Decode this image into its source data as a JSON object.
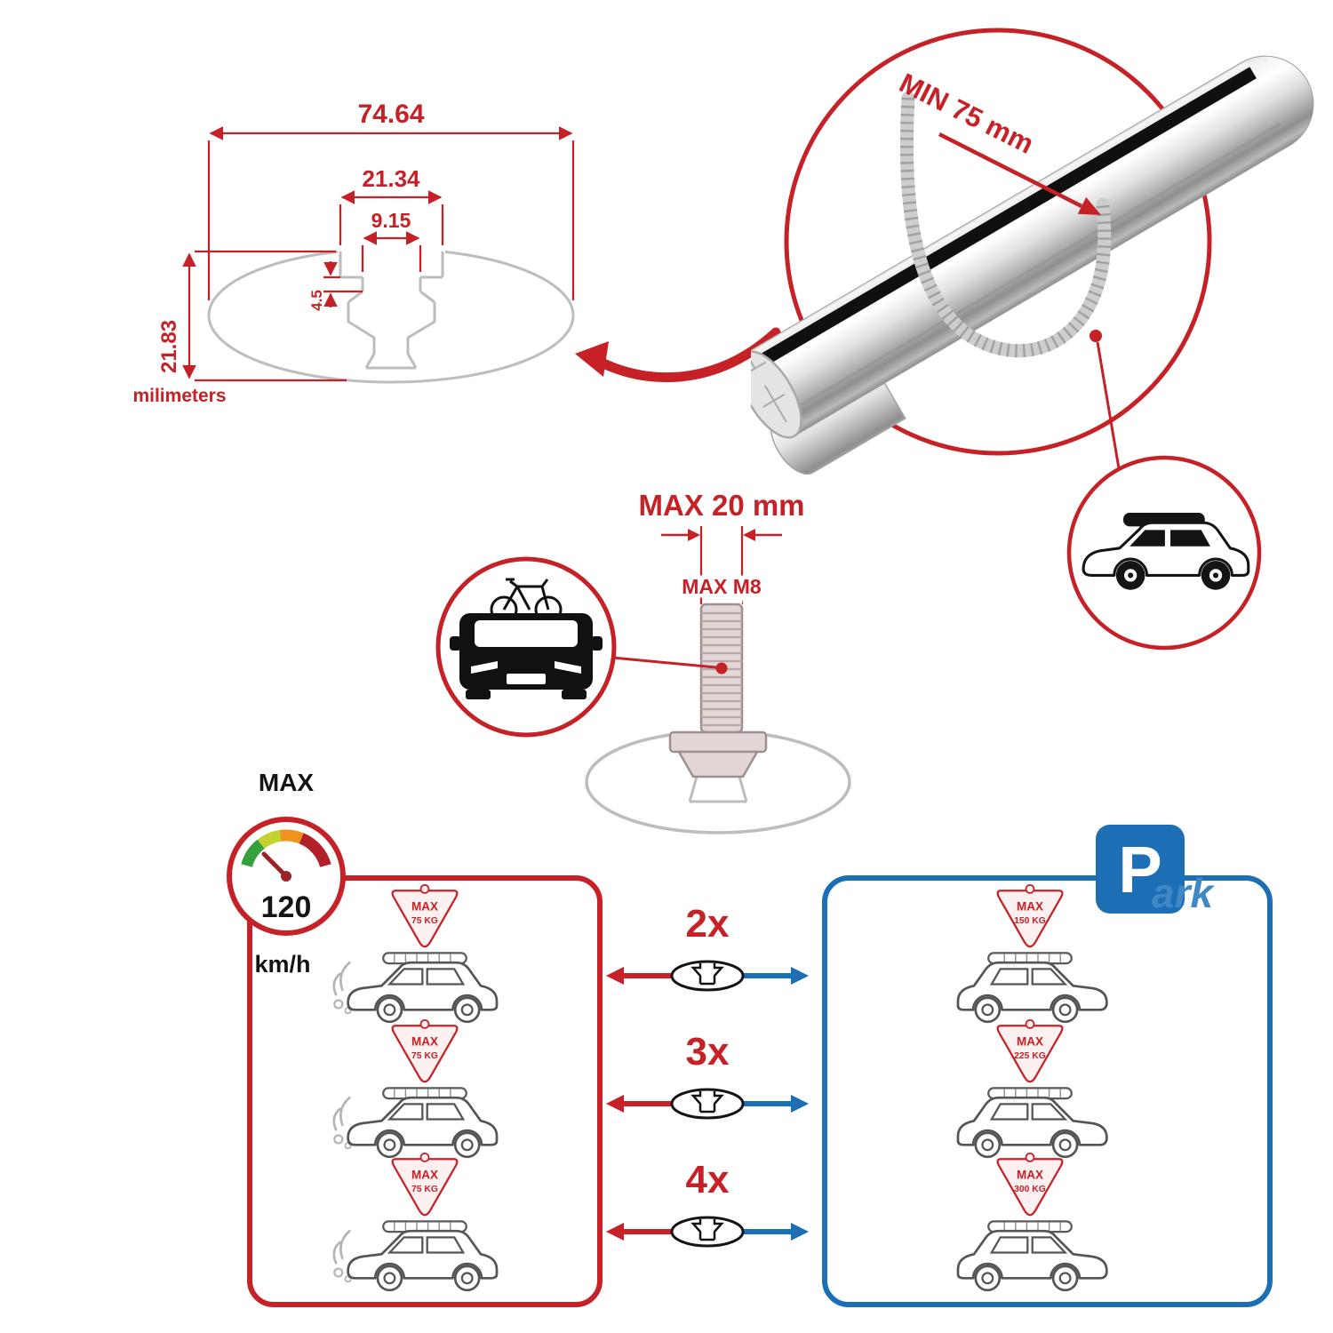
{
  "profile_drawing": {
    "total_width": "74.64",
    "slot_outer_width": "21.34",
    "slot_inner_width": "9.15",
    "slot_lip_height": "4.5",
    "total_height": "21.83",
    "units_label": "milimeters"
  },
  "clamp_detail": {
    "min_span_label": "MIN 75 mm"
  },
  "bolt_detail": {
    "max_length_label": "MAX 20 mm",
    "max_thread_label": "MAX M8"
  },
  "speed_limit": {
    "heading": "MAX",
    "value": "120",
    "unit": "km/h"
  },
  "driving_panel": {
    "cars": [
      {
        "tag_title": "MAX",
        "tag_load": "75 KG"
      },
      {
        "tag_title": "MAX",
        "tag_load": "75 KG"
      },
      {
        "tag_title": "MAX",
        "tag_load": "75 KG"
      }
    ]
  },
  "bar_counts": [
    {
      "label": "2x"
    },
    {
      "label": "3x"
    },
    {
      "label": "4x"
    }
  ],
  "parking_panel": {
    "sign_letter": "P",
    "sign_suffix": "ark",
    "cars": [
      {
        "tag_title": "MAX",
        "tag_load": "150 KG"
      },
      {
        "tag_title": "MAX",
        "tag_load": "225 KG"
      },
      {
        "tag_title": "MAX",
        "tag_load": "300 KG"
      }
    ]
  },
  "colors": {
    "accent_red": "#c52127",
    "accent_blue": "#1c6fb4"
  }
}
